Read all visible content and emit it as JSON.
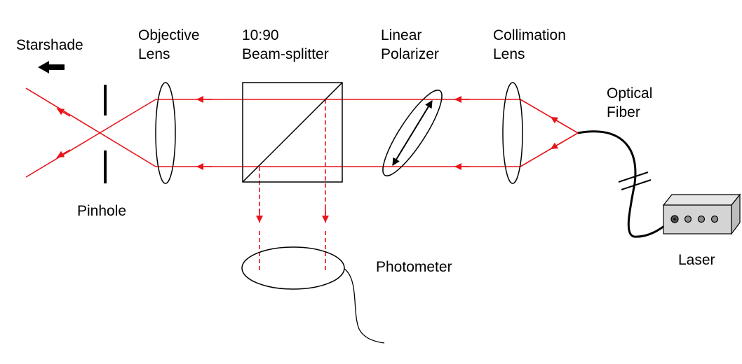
{
  "labels": {
    "starshade": "Starshade",
    "objective_lens": [
      "Objective",
      "Lens"
    ],
    "beam_splitter": [
      "10:90",
      "Beam-splitter"
    ],
    "linear_polarizer": [
      "Linear",
      "Polarizer"
    ],
    "collimation_lens": [
      "Collimation",
      "Lens"
    ],
    "optical_fiber": [
      "Optical",
      "Fiber"
    ],
    "pinhole": "Pinhole",
    "photometer": "Photometer",
    "laser": "Laser"
  },
  "colors": {
    "beam": "#e8141a",
    "outline": "#000000",
    "laser_body": "#d4d4d4",
    "laser_knob": "#8c8c8c"
  }
}
